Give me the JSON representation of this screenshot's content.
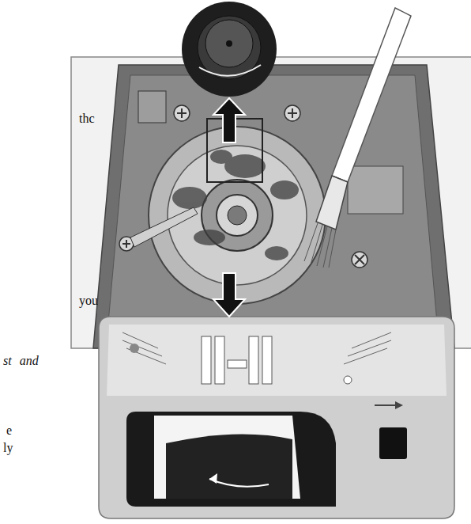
{
  "diagram": {
    "labels": [
      "thc",
      "you",
      "st and",
      "e",
      "ly"
    ]
  }
}
